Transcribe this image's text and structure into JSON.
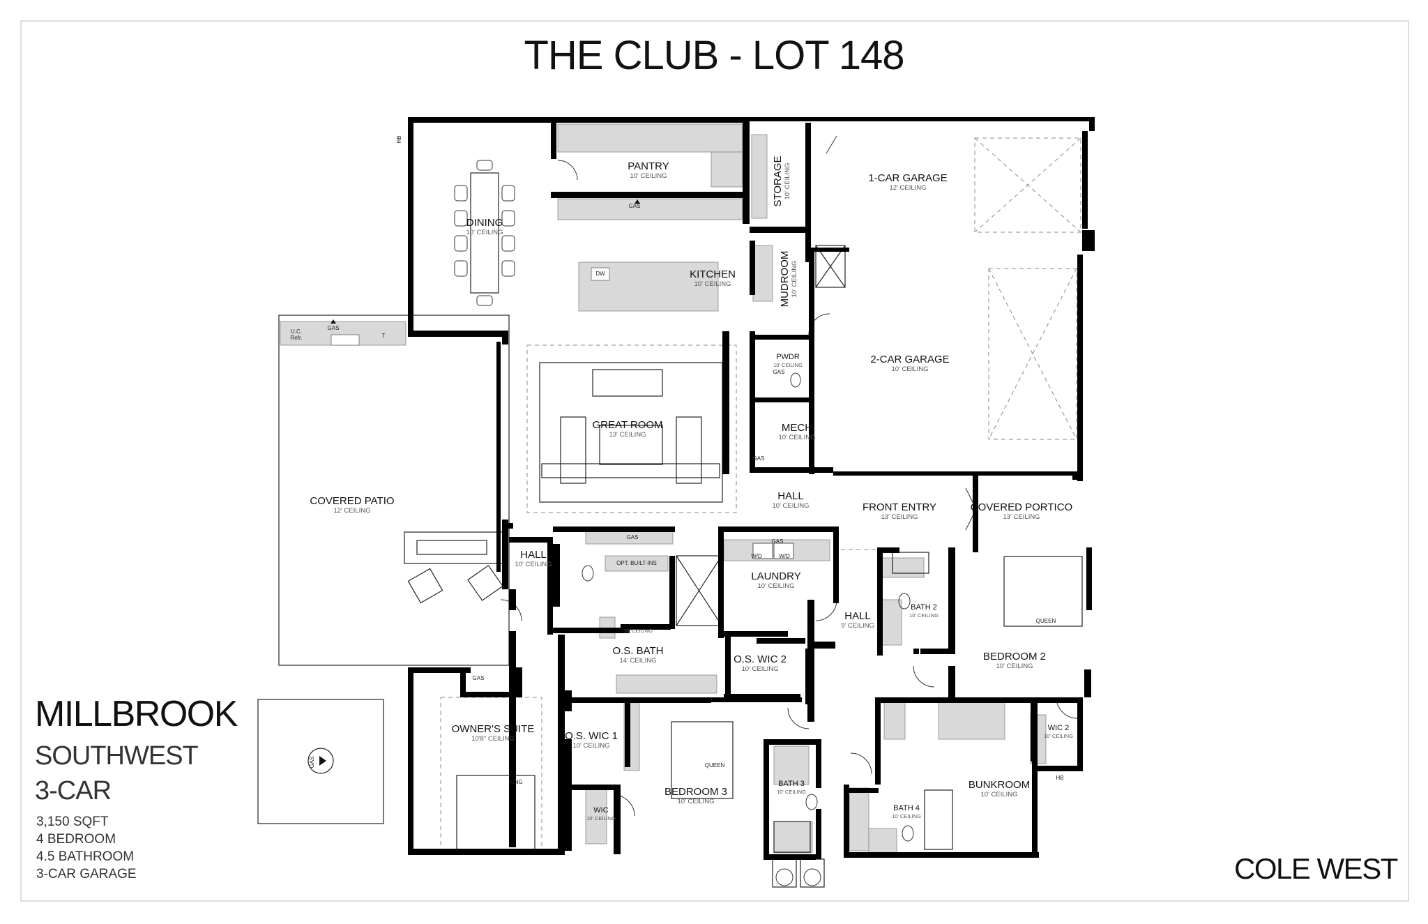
{
  "title": "THE CLUB - LOT 148",
  "plan": {
    "name": "MILLBROOK",
    "elevation": "SOUTHWEST",
    "garage_type": "3-CAR",
    "stats": [
      "3,150 SQFT",
      "4 BEDROOM",
      "4.5 BATHROOM",
      "3-CAR GARAGE"
    ]
  },
  "brand": "COLE WEST",
  "rooms": {
    "pantry": {
      "label": "PANTRY",
      "ceiling": "10' CEILING"
    },
    "storage": {
      "label": "STORAGE",
      "ceiling": "10' CEILING"
    },
    "garage1": {
      "label": "1-CAR GARAGE",
      "ceiling": "12' CEILING"
    },
    "dining": {
      "label": "DINING",
      "ceiling": "10' CEILING"
    },
    "kitchen": {
      "label": "KITCHEN",
      "ceiling": "10' CEILING"
    },
    "mudroom": {
      "label": "MUDROOM",
      "ceiling": "10' CEILING"
    },
    "garage2": {
      "label": "2-CAR GARAGE",
      "ceiling": "10' CEILING"
    },
    "pwdr": {
      "label": "PWDR",
      "ceiling": "10' CEILING"
    },
    "great_room": {
      "label": "GREAT ROOM",
      "ceiling": "13' CEILING"
    },
    "mech": {
      "label": "MECH",
      "ceiling": "10' CEILING"
    },
    "covered_patio": {
      "label": "COVERED PATIO",
      "ceiling": "12' CEILING"
    },
    "hall_main": {
      "label": "HALL",
      "ceiling": "10' CEILING"
    },
    "front_entry": {
      "label": "FRONT ENTRY",
      "ceiling": "13' CEILING"
    },
    "covered_portico": {
      "label": "COVERED PORTICO",
      "ceiling": "13' CEILING"
    },
    "hall_west": {
      "label": "HALL",
      "ceiling": "10' CEILING"
    },
    "laundry": {
      "label": "LAUNDRY",
      "ceiling": "10' CEILING"
    },
    "hall_east": {
      "label": "HALL",
      "ceiling": "9' CEILING"
    },
    "bath2": {
      "label": "BATH 2",
      "ceiling": "10' CEILING"
    },
    "os_closet": {
      "label": "",
      "ceiling": "10' CEILING"
    },
    "os_bath": {
      "label": "O.S. BATH",
      "ceiling": "14' CEILING"
    },
    "os_wic2": {
      "label": "O.S. WIC 2",
      "ceiling": "10' CEILING"
    },
    "bedroom2": {
      "label": "BEDROOM 2",
      "ceiling": "10' CEILING"
    },
    "owners_suite": {
      "label": "OWNER'S SUITE",
      "ceiling": "10'8\" CEILING"
    },
    "os_wic1": {
      "label": "O.S. WIC 1",
      "ceiling": "10' CEILING"
    },
    "wic2": {
      "label": "WIC 2",
      "ceiling": "10' CEILING"
    },
    "bunkroom": {
      "label": "BUNKROOM",
      "ceiling": "10' CEILING"
    },
    "bedroom3": {
      "label": "BEDROOM 3",
      "ceiling": "10' CEILING"
    },
    "bath3": {
      "label": "BATH 3",
      "ceiling": "10' CEILING"
    },
    "bath4": {
      "label": "BATH 4",
      "ceiling": "10' CEILING"
    },
    "wic": {
      "label": "WIC",
      "ceiling": "10' CEILING"
    }
  },
  "fixtures": {
    "gas": "GAS",
    "dw": "DW",
    "uc_refr_1": "U.C.",
    "uc_refr_2": "Refr.",
    "t": "T",
    "hb": "HB",
    "wd": "W/D",
    "opt_built_ins": "OPT. BUILT-INS",
    "queen": "QUEEN",
    "king": "KING"
  }
}
